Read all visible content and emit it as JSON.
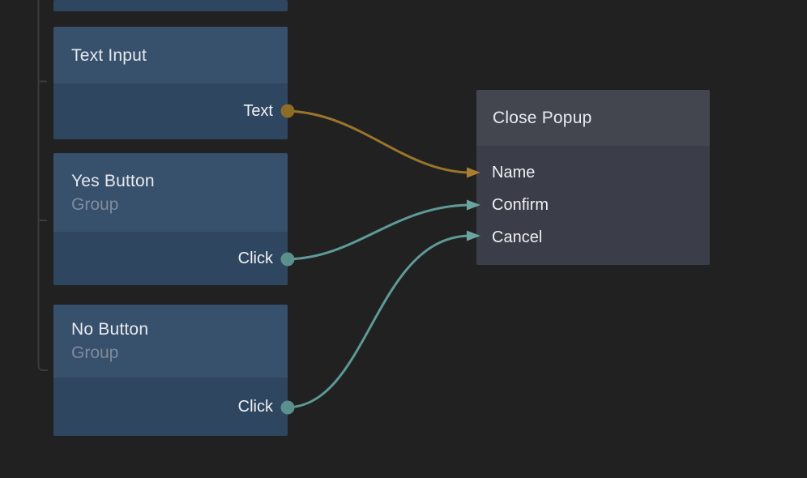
{
  "colors": {
    "background": "#212122",
    "guide_line": "#3a3a3c",
    "node_blue_header": "#37506c",
    "node_blue_body": "#2e4660",
    "node_gray_header": "#43464f",
    "node_gray_body": "#3b3e48",
    "orange_wire": "#9b7529",
    "orange_dot": "#8d6c26",
    "orange_arrow": "#a97e2e",
    "teal_wire": "#5e9a96",
    "teal_dot": "#5a918d",
    "teal_arrow": "#6ba39e",
    "title_text": "#e7eaee",
    "subtitle_text": "#7f8b9d",
    "port_text": "#f0f2f4"
  },
  "nodes": {
    "text_input": {
      "title": "Text Input",
      "output": {
        "label": "Text"
      }
    },
    "yes_button": {
      "title": "Yes Button",
      "subtitle": "Group",
      "output": {
        "label": "Click"
      }
    },
    "no_button": {
      "title": "No Button",
      "subtitle": "Group",
      "output": {
        "label": "Click"
      }
    },
    "close_popup": {
      "title": "Close Popup",
      "inputs": [
        {
          "label": "Name"
        },
        {
          "label": "Confirm"
        },
        {
          "label": "Cancel"
        }
      ]
    }
  },
  "connections": [
    {
      "from": "Text Input / Text",
      "to": "Close Popup / Name",
      "color": "orange"
    },
    {
      "from": "Yes Button / Click",
      "to": "Close Popup / Confirm",
      "color": "teal"
    },
    {
      "from": "No Button / Click",
      "to": "Close Popup / Cancel",
      "color": "teal"
    }
  ]
}
